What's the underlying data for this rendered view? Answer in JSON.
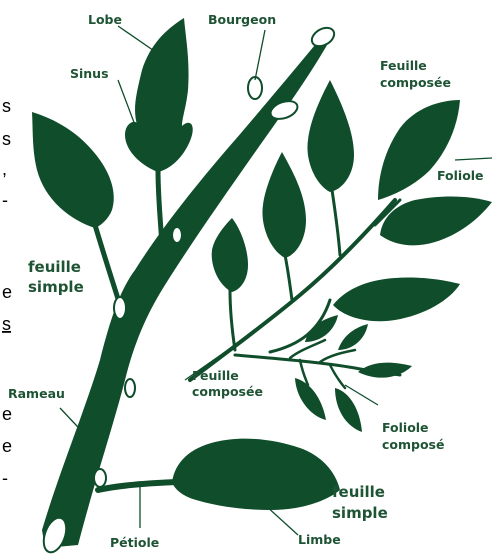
{
  "labels": {
    "lobe": "Lobe",
    "bourgeon": "Bourgeon",
    "sinus": "Sinus",
    "feuille_composee_top_1": "Feuille",
    "feuille_composee_top_2": "composée",
    "foliole": "Foliole",
    "feuille_simple_left_1": "feuille",
    "feuille_simple_left_2": "simple",
    "rameau": "Rameau",
    "feuille_composee_mid_1": "Feuille",
    "feuille_composee_mid_2": "composée",
    "foliole_compose_1": "Foliole",
    "foliole_compose_2": "composé",
    "feuille_simple_bottom_1": "feuille",
    "feuille_simple_bottom_2": "simple",
    "petiole": "Pétiole",
    "limbe": "Limbe"
  },
  "edge_fragments": {
    "left_1": "s",
    "left_2": "s",
    "left_3": ",",
    "left_4": "-",
    "left_5": "e",
    "left_6": "s",
    "left_7": "e",
    "left_8": "e",
    "left_9": "-"
  },
  "colors": {
    "leaf": "#0f4d2b",
    "label": "#1e5434",
    "background": "#ffffff"
  }
}
